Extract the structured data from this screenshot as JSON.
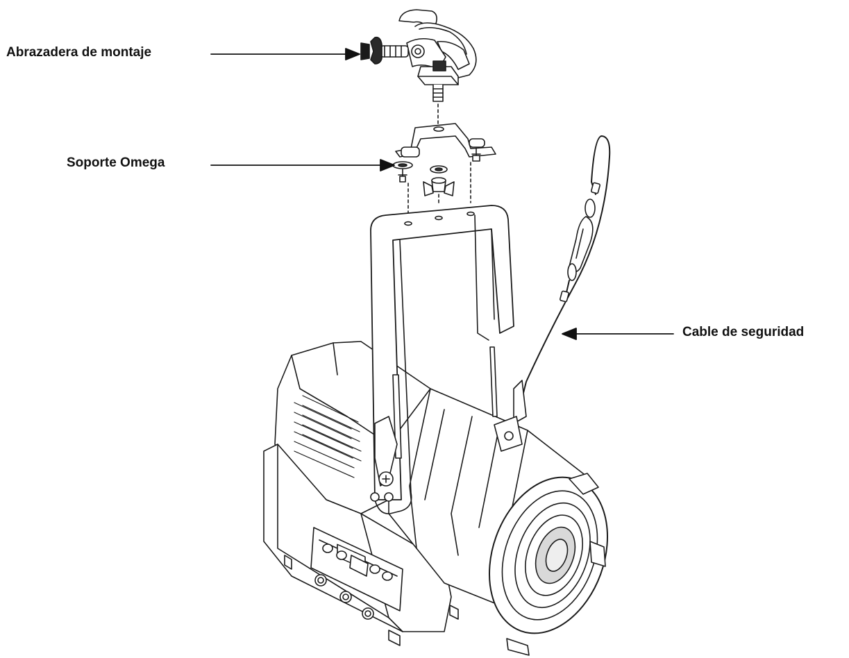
{
  "labels": {
    "mounting_clamp": "Abrazadera de montaje",
    "omega_bracket": "Soporte Omega",
    "safety_cable": "Cable de seguridad"
  },
  "colors": {
    "line": "#1a1a1a",
    "fill_light": "#ffffff",
    "fill_mid": "#d9d9d9",
    "fill_dark": "#4d4d4d"
  },
  "icons": [
    "mounting-clamp-icon",
    "omega-bracket-icon",
    "safety-cable-icon",
    "fresnel-fixture-icon"
  ]
}
